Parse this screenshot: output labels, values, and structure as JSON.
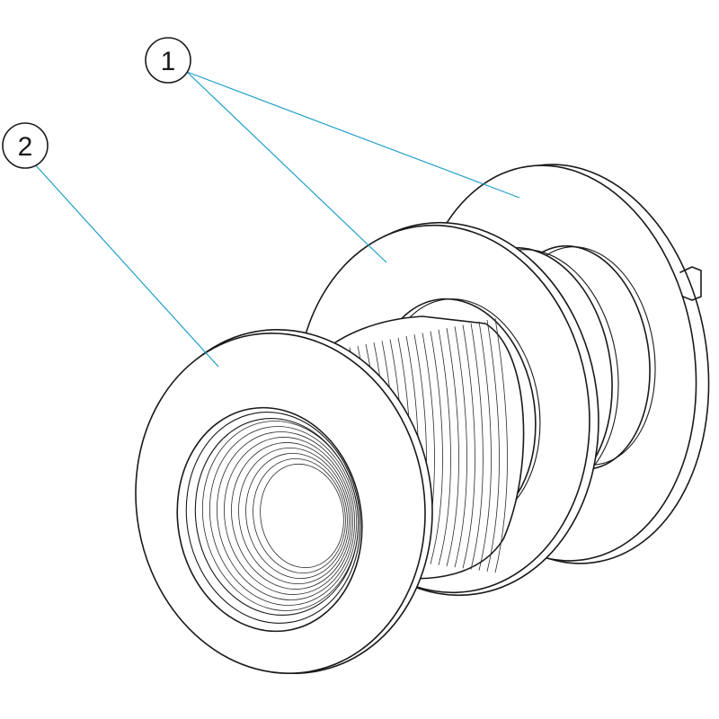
{
  "callouts": [
    {
      "number": "1",
      "label": "1"
    },
    {
      "number": "2",
      "label": "2"
    }
  ],
  "colors": {
    "line": "#1a1a1a",
    "leader": "#1e9fc8",
    "background": "#ffffff"
  }
}
